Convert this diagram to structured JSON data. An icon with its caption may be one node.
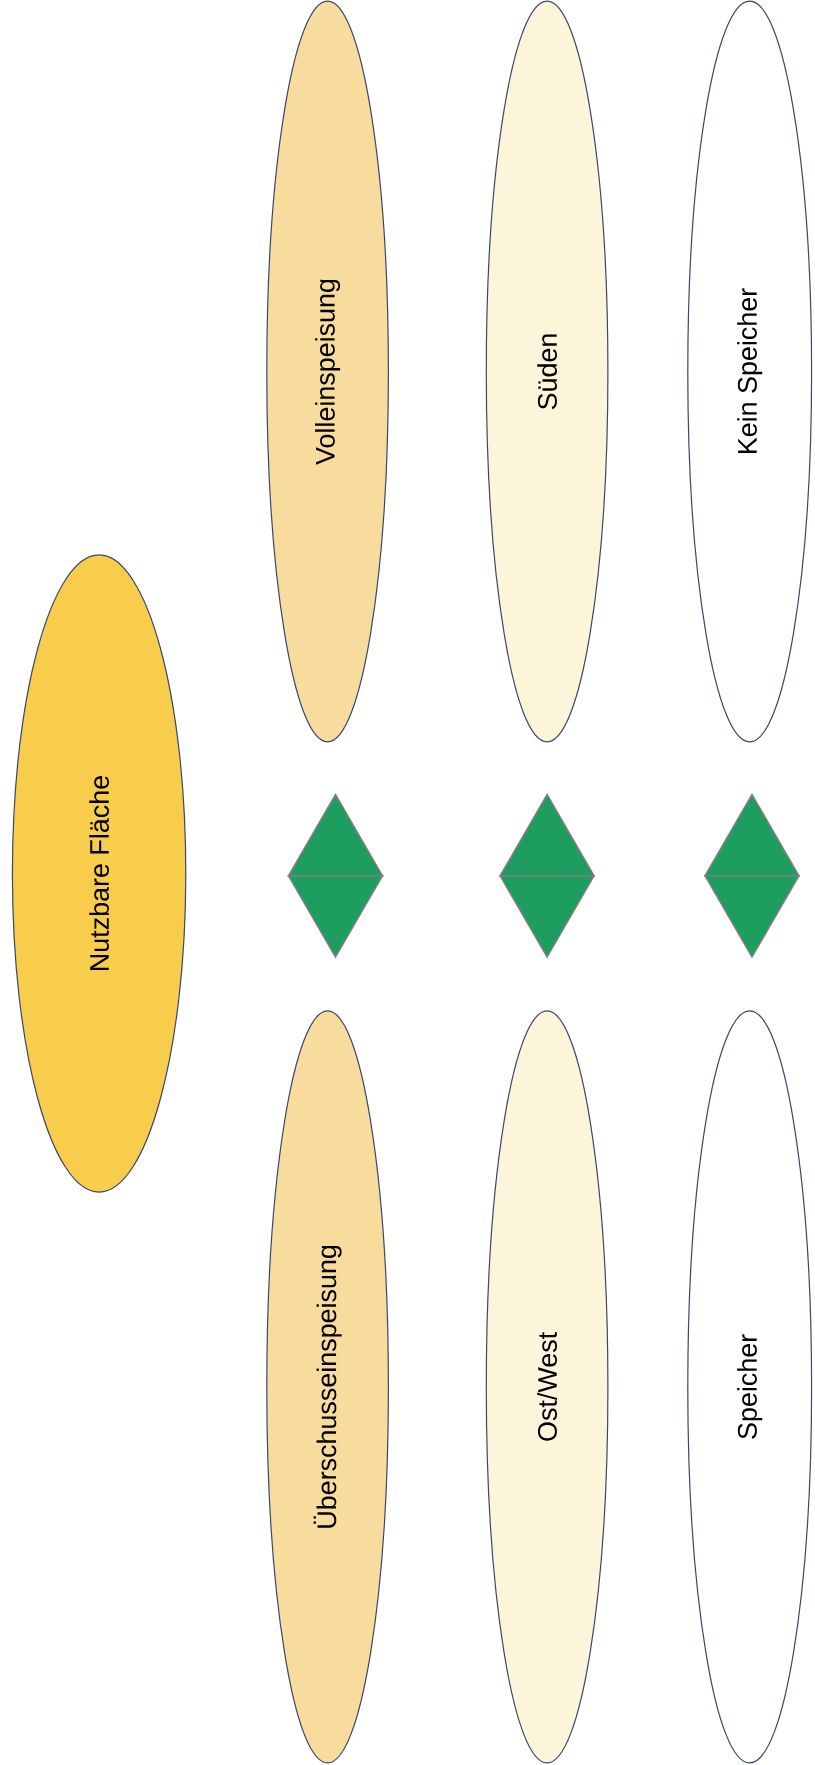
{
  "diagram": {
    "nodes": [
      {
        "text": [
          "Nutzbare Fläche"
        ]
      },
      {
        "text": [
          "Überschusseinspeisung"
        ]
      },
      {
        "text": [],
        "shape": "diamond"
      },
      {
        "text": [
          "Volleinspeisung"
        ]
      },
      {
        "text": [
          "Ost/West"
        ]
      },
      {
        "text": [],
        "shape": "diamond"
      },
      {
        "text": [
          "Süden"
        ]
      },
      {
        "text": [
          "Speicher"
        ]
      },
      {
        "text": [],
        "shape": "diamond"
      },
      {
        "text": [
          "Kein Speicher"
        ]
      }
    ]
  }
}
